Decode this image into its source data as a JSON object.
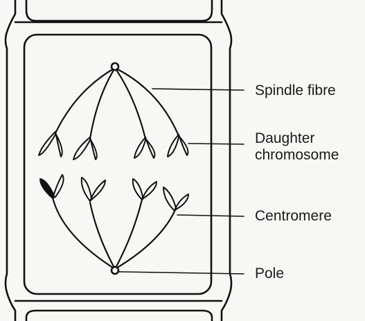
{
  "labels": {
    "spindle_fibre": "Spindle fibre",
    "daughter_chromosome_line1": "Daughter",
    "daughter_chromosome_line2": "chromosome",
    "centromere": "Centromere",
    "pole": "Pole"
  },
  "colors": {
    "ink": "#111111",
    "background": "#f7f7f5"
  }
}
